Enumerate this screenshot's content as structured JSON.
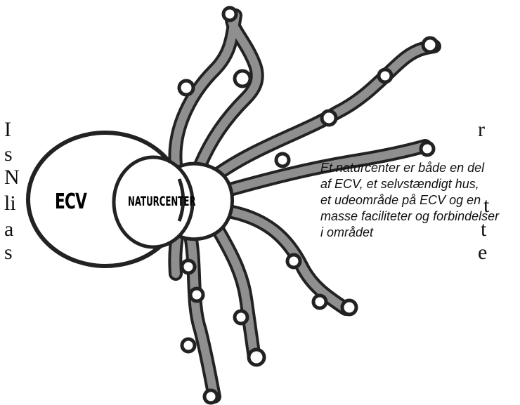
{
  "diagram": {
    "center_circle_label": "ECV",
    "overlap_circle_label": "NATURCENTER",
    "caption_lines": [
      "Et naturcenter er både en del",
      "af ECV, et selvstændigt hus,",
      "et udeområde på ECV og en",
      "masse faciliteter og forbindelser",
      "i området"
    ]
  },
  "background_text": {
    "left_letters": [
      "I",
      "s",
      "N",
      "li",
      "a",
      "s"
    ],
    "right_letters": [
      "r",
      "t",
      "t",
      "e"
    ]
  },
  "colors": {
    "outline": "#222222",
    "tentacle_fill": "#8f8f8f",
    "body_fill": "#ffffff",
    "text": "#111111"
  }
}
